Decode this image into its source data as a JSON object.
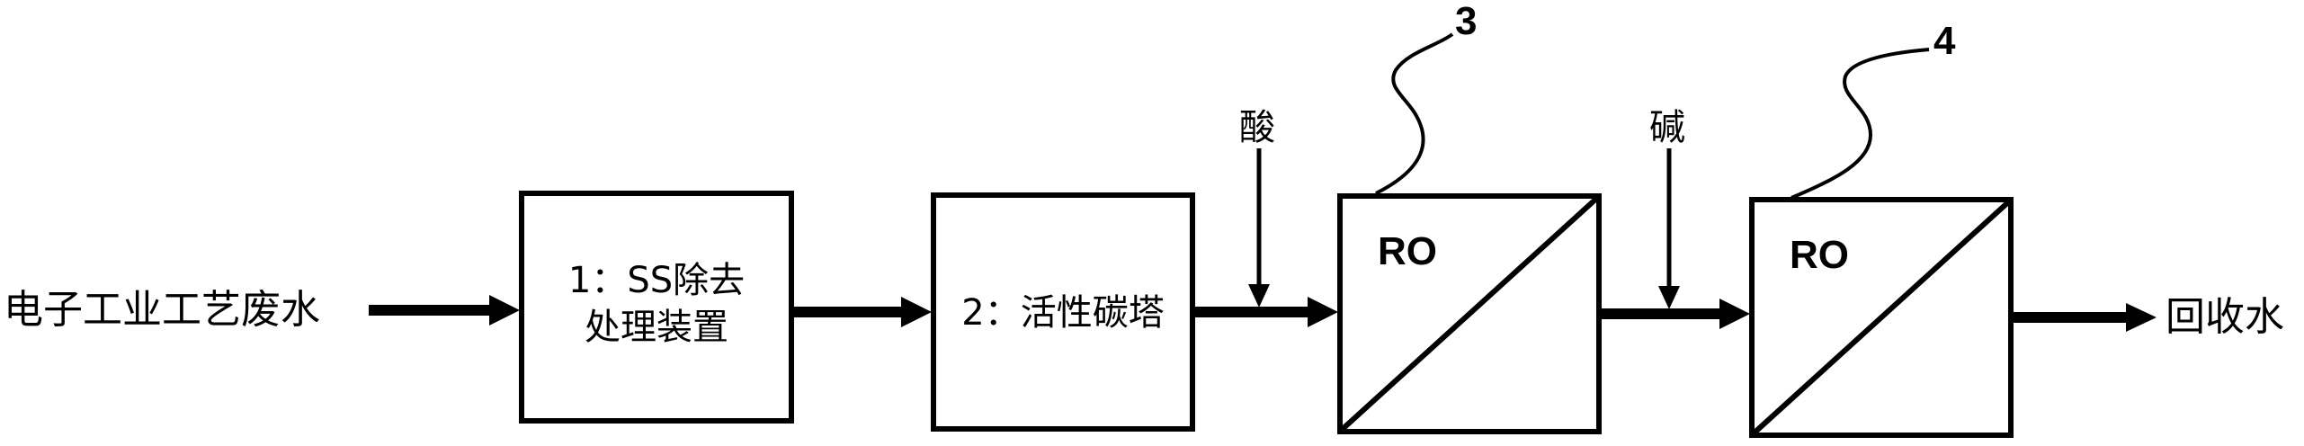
{
  "input_label": "电子工业工艺废水",
  "box1": {
    "line1": "1：SS除去",
    "line2": "处理装置"
  },
  "box2": {
    "label": "2：活性碳塔"
  },
  "acid_label": "酸",
  "ro1": {
    "label": "RO",
    "ref": "3"
  },
  "alkali_label": "碱",
  "ro2": {
    "label": "RO",
    "ref": "4"
  },
  "output_label": "回收水",
  "colors": {
    "stroke": "#000000",
    "background": "#ffffff"
  }
}
